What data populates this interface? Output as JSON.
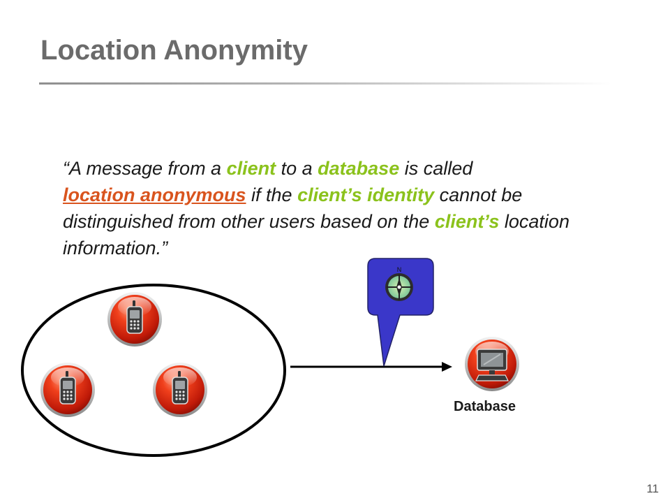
{
  "slide": {
    "title": "Location Anonymity",
    "page_number": "11"
  },
  "quote": {
    "open": "“A message from a ",
    "client": "client",
    "mid1": " to a ",
    "database": "database",
    "mid2": " is called ",
    "location_anonymous": "location anonymous",
    "mid3": " if the ",
    "clients_identity": "client’s identity",
    "mid4": " cannot be distinguished from other users based on the ",
    "clients": "client’s",
    "close": " location information.”"
  },
  "diagram": {
    "database_label": "Database",
    "compass_letter": "N",
    "icons": [
      "mobile-phone-icon",
      "mobile-phone-icon",
      "mobile-phone-icon",
      "desktop-computer-icon",
      "compass-icon"
    ]
  },
  "colors": {
    "title": "#6b6b6b",
    "highlight_green": "#8bc21c",
    "highlight_red": "#d9541e",
    "callout_fill": "#3a37c9",
    "icon_red": "#e02a10"
  }
}
